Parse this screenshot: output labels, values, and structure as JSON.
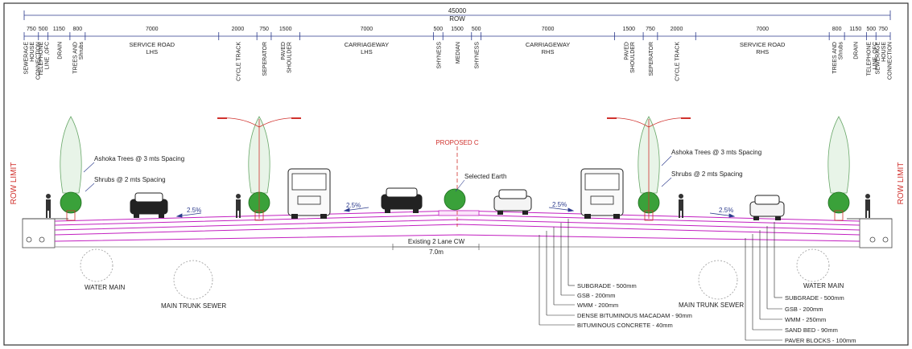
{
  "total_width": {
    "value": "45000",
    "label": "ROW"
  },
  "segments": [
    {
      "dim": "750",
      "label": [
        "SEWERAGE",
        "HOUSE",
        "CONNECTION"
      ]
    },
    {
      "dim": "500",
      "label": [
        "TELEPHONE",
        "LINE ,OFC"
      ]
    },
    {
      "dim": "1150",
      "label": [
        "DRAIN"
      ]
    },
    {
      "dim": "800",
      "label": [
        "TREES AND",
        "Shrubs"
      ]
    },
    {
      "dim": "7000",
      "label": [
        "SERVICE ROAD",
        "LHS"
      ]
    },
    {
      "dim": "2000",
      "label": [
        "CYCLE TRACK"
      ]
    },
    {
      "dim": "750",
      "label": [
        "SEPERATOR"
      ]
    },
    {
      "dim": "1500",
      "label": [
        "PAVED",
        "SHOULDER"
      ]
    },
    {
      "dim": "7000",
      "label": [
        "CARRIAGEWAY",
        "LHS"
      ]
    },
    {
      "dim": "500",
      "label": [
        "SHYNESS"
      ]
    },
    {
      "dim": "1500",
      "label": [
        "MEDIAN"
      ]
    },
    {
      "dim": "500",
      "label": [
        "SHYNESS"
      ]
    },
    {
      "dim": "7000",
      "label": [
        "CARRIAGEWAY",
        "RHS"
      ]
    },
    {
      "dim": "1500",
      "label": [
        "PAVED",
        "SHOULDER"
      ]
    },
    {
      "dim": "750",
      "label": [
        "SEPERATOR"
      ]
    },
    {
      "dim": "2000",
      "label": [
        "CYCLE TRACK"
      ]
    },
    {
      "dim": "7000",
      "label": [
        "SERVICE ROAD",
        "RHS"
      ]
    },
    {
      "dim": "800",
      "label": [
        "TREES AND",
        "Shrubs"
      ]
    },
    {
      "dim": "1150",
      "label": [
        "DRAIN"
      ]
    },
    {
      "dim": "500",
      "label": [
        "TELEPHONE",
        "LINE ,OFC"
      ]
    },
    {
      "dim": "750",
      "label": [
        "SEWERAGE",
        "HOUSE",
        "CONNECTION"
      ]
    }
  ],
  "row_limit_label": "ROW LIMIT",
  "proposed_label": "PROPOSED C",
  "selected_earth": "Selected Earth",
  "trees_left": {
    "trees": "Ashoka Trees @ 3 mts Spacing",
    "shrubs": "Shrubs @ 2 mts Spacing"
  },
  "trees_right": {
    "trees": "Ashoka Trees @ 3 mts Spacing",
    "shrubs": "Shrubs @ 2 mts Spacing"
  },
  "slopes": [
    "2.5%",
    "2.5%",
    "2.5%",
    "2.5%"
  ],
  "existing_cw": {
    "label": "Existing 2 Lane CW",
    "width": "7.0m"
  },
  "utilities": {
    "water_main_left": "WATER MAIN",
    "trunk_sewer_left": "MAIN TRUNK SEWER",
    "trunk_sewer_right": "MAIN TRUNK SEWER",
    "water_main_right": "WATER MAIN"
  },
  "layers_carriageway": [
    "SUBGRADE - 500mm",
    "GSB - 200mm",
    "WMM - 200mm",
    "DENSE BITUMINOUS MACADAM - 90mm",
    "BITUMINOUS CONCRETE - 40mm"
  ],
  "layers_service_road": [
    "SUBGRADE - 500mm",
    "GSB - 200mm",
    "WMM - 250mm",
    "SAND BED - 90mm",
    "PAVER BLOCKS - 100mm"
  ],
  "colors": {
    "line": "#2b3a8c",
    "pavement": "#c21fc0",
    "red": "#d0312d",
    "tree": "#3aa13a"
  }
}
